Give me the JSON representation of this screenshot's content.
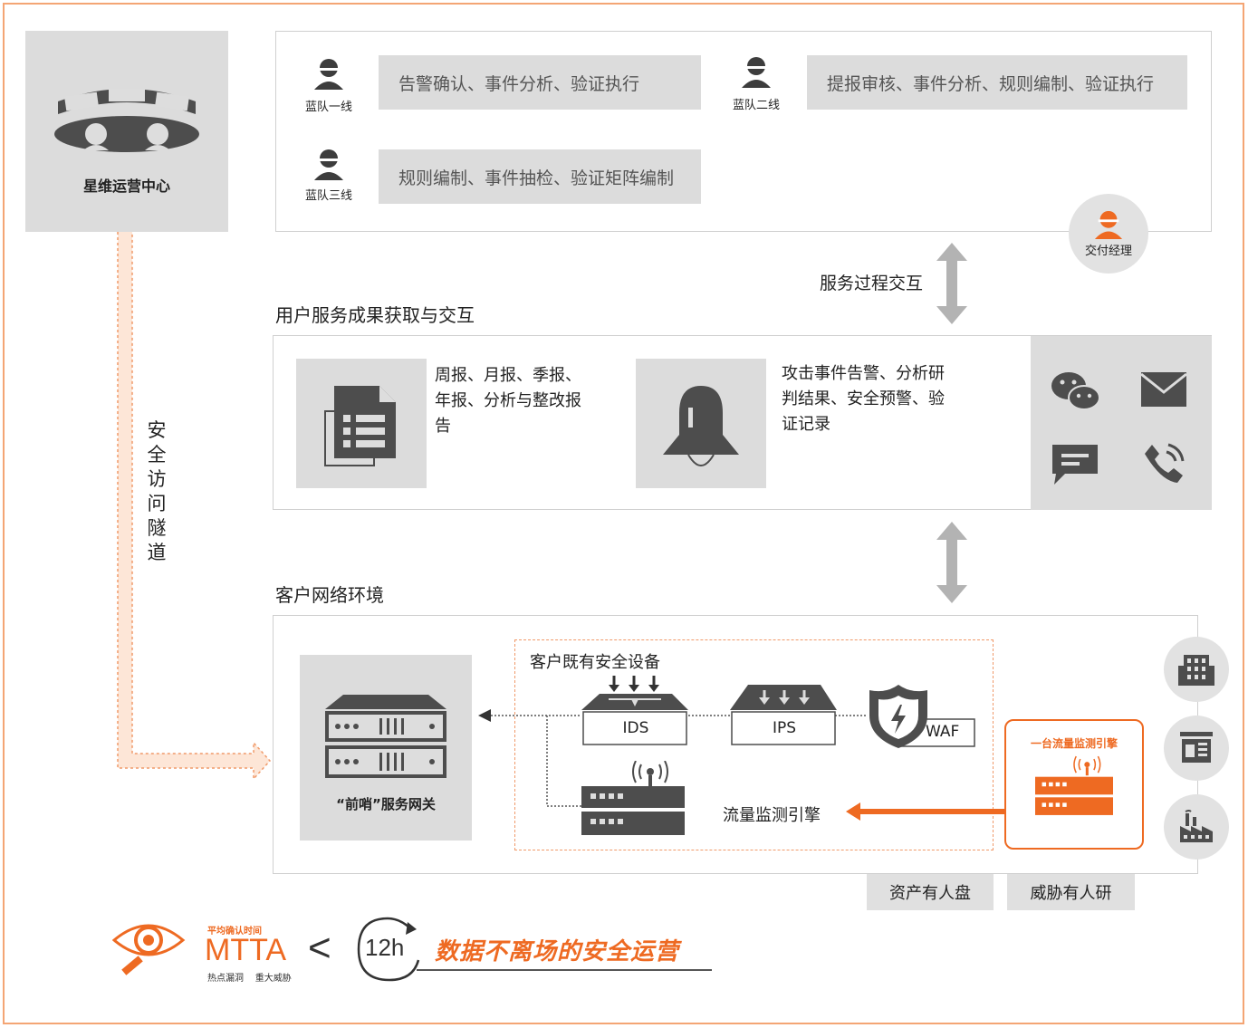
{
  "soc": {
    "title": "星维运营中心"
  },
  "tunnel": {
    "label_chars": [
      "安",
      "全",
      "访",
      "问",
      "隧",
      "道"
    ]
  },
  "blue_team": [
    {
      "name": "蓝队一线",
      "tasks": "告警确认、事件分析、验证执行"
    },
    {
      "name": "蓝队二线",
      "tasks": "提报审核、事件分析、规则编制、验证执行"
    },
    {
      "name": "蓝队三线",
      "tasks": "规则编制、事件抽检、验证矩阵编制"
    }
  ],
  "delivery_manager": "交付经理",
  "service_interaction": "服务过程交互",
  "user_section": {
    "title": "用户服务成果获取与交互",
    "reports": [
      "周报、月报、季报、",
      "年报、分析与整改报",
      "告"
    ],
    "alerts": [
      "攻击事件告警、分析研",
      "判结果、安全预警、验",
      "证记录"
    ]
  },
  "customer_section": {
    "title": "客户网络环境",
    "existing_devices_title": "客户既有安全设备",
    "gateway": "“前哨”服务网关",
    "ids": "IDS",
    "ips": "IPS",
    "waf": "WAF",
    "traffic_engine": "流量监测引擎",
    "one_engine": "一台流量监测引擎",
    "asset_btn": "资产有人盘",
    "threat_btn": "威胁有人研"
  },
  "bottom": {
    "mtta_top": "平均确认时间",
    "mtta": "MTTA",
    "mtta_sub": "热点漏洞    重大威胁",
    "less": "<",
    "hours": "12h",
    "slogan": "数据不离场的安全运营"
  },
  "colors": {
    "accent": "#ee6a22",
    "gray_box": "#dcdcdc",
    "icon_dark": "#4d4d4d"
  }
}
